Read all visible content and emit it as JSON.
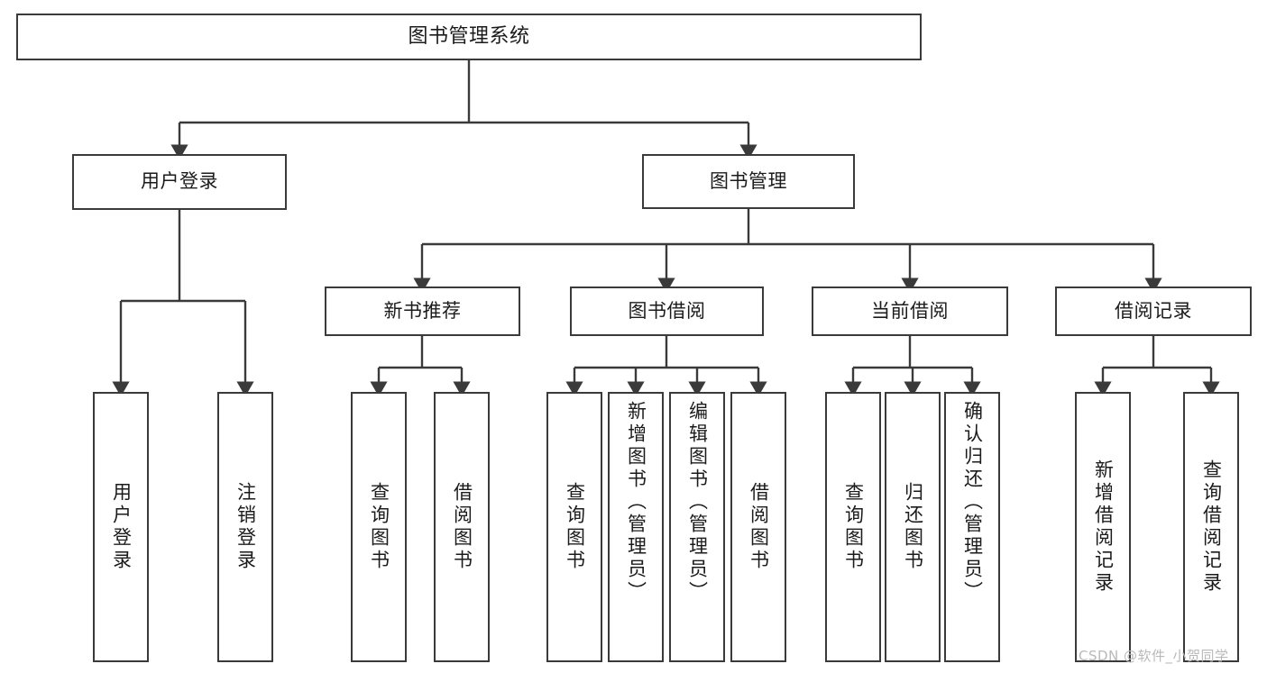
{
  "diagram": {
    "title": "图书管理系统",
    "type": "tree-hierarchy-chart",
    "root": {
      "label": "图书管理系统"
    },
    "level2": [
      {
        "label": "用户登录"
      },
      {
        "label": "图书管理"
      }
    ],
    "level3": [
      {
        "label": "新书推荐"
      },
      {
        "label": "图书借阅"
      },
      {
        "label": "当前借阅"
      },
      {
        "label": "借阅记录"
      }
    ],
    "leaves": {
      "user_login": [
        {
          "label": "用户登录"
        },
        {
          "label": "注销登录"
        }
      ],
      "new_book_recommend": [
        {
          "label": "查询图书"
        },
        {
          "label": "借阅图书"
        }
      ],
      "book_borrow": [
        {
          "label": "查询图书"
        },
        {
          "label": "新增图书（管理员）"
        },
        {
          "label": "编辑图书（管理员）"
        },
        {
          "label": "借阅图书"
        }
      ],
      "current_borrow": [
        {
          "label": "查询图书"
        },
        {
          "label": "归还图书"
        },
        {
          "label": "确认归还（管理员）"
        }
      ],
      "borrow_record": [
        {
          "label": "新增借阅记录"
        },
        {
          "label": "查询借阅记录"
        }
      ]
    }
  },
  "watermark": {
    "text": "CSDN @软件_小贺同学"
  },
  "colors": {
    "stroke": "#3a3a3a",
    "background": "#ffffff",
    "text": "#1b1b1b",
    "watermark": "#b9b9b9"
  }
}
